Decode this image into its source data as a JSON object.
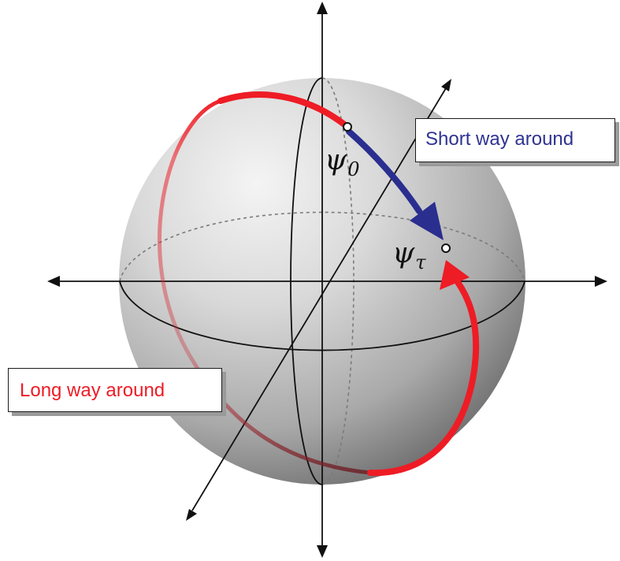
{
  "labels": {
    "psi_0": {
      "symbol": "ψ",
      "subscript": "0"
    },
    "psi_tau": {
      "symbol": "ψ",
      "subscript": "τ"
    }
  },
  "callouts": {
    "short": {
      "text": "Short way around",
      "color": "#2f3392"
    },
    "long": {
      "text": "Long way around",
      "color": "#ee1c25"
    }
  },
  "colors": {
    "short_path": "#2a2e8f",
    "long_path": "#ee1c25",
    "sphere_light": "#f2f2f2",
    "sphere_dark": "#5a5a5a",
    "axes": "#111111"
  },
  "icons": {
    "state_marker": "hollow-circle",
    "axis_end": "arrowhead"
  }
}
